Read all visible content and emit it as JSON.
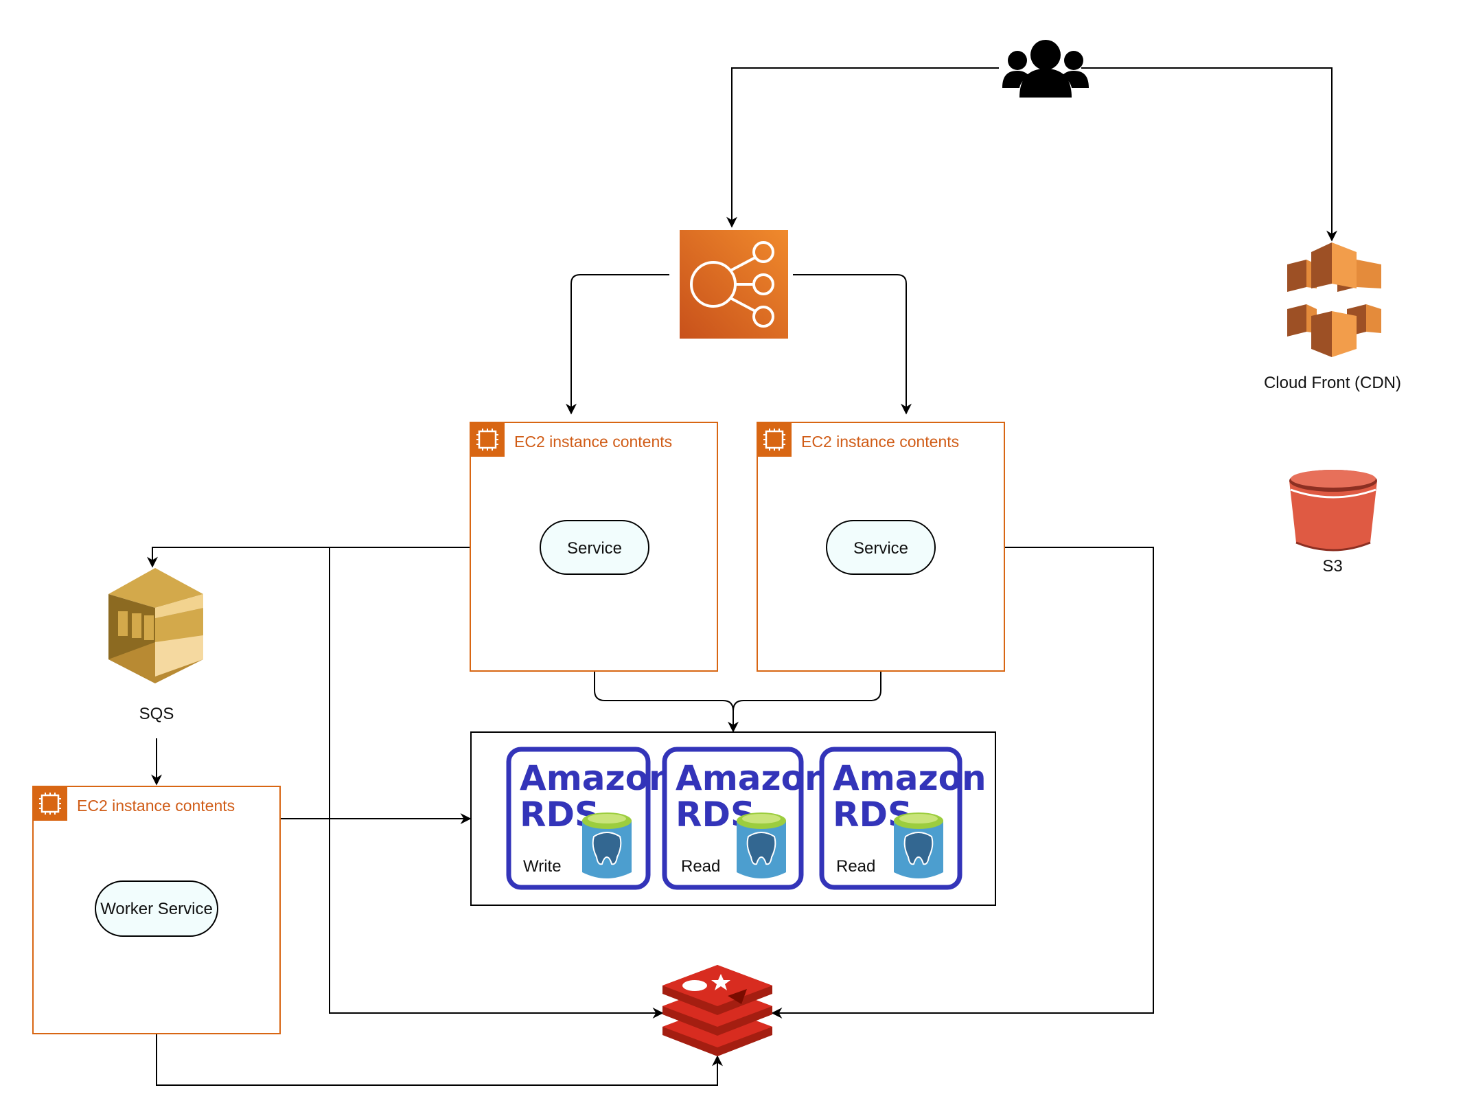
{
  "diagram": {
    "nodes": {
      "users": {
        "icon": "users-group-icon"
      },
      "load_balancer": {
        "icon": "elastic-load-balancer-icon",
        "color": "#e8772e"
      },
      "cdn": {
        "icon": "cloudfront-icon",
        "label": "Cloud Front (CDN)",
        "color": "#e48b3b"
      },
      "s3": {
        "icon": "s3-bucket-icon",
        "label": "S3",
        "color": "#df5a43"
      },
      "sqs": {
        "icon": "sqs-icon",
        "label": "SQS",
        "color": "#d3a94b"
      },
      "ec2_left": {
        "title": "EC2 instance contents",
        "service": "Service"
      },
      "ec2_right": {
        "title": "EC2 instance contents",
        "service": "Service"
      },
      "ec2_worker": {
        "title": "EC2 instance contents",
        "service": "Worker Service"
      },
      "rds_cluster": {
        "instances": [
          {
            "line1": "Amazon",
            "line2": "RDS",
            "role": "Write"
          },
          {
            "line1": "Amazon",
            "line2": "RDS",
            "role": "Read"
          },
          {
            "line1": "Amazon",
            "line2": "RDS",
            "role": "Read"
          }
        ],
        "color": "#3334b9"
      },
      "redis": {
        "icon": "redis-icon",
        "color": "#c6302b"
      }
    },
    "edges": [
      {
        "from": "users",
        "to": "load_balancer"
      },
      {
        "from": "users",
        "to": "cdn"
      },
      {
        "from": "load_balancer",
        "to": "ec2_left"
      },
      {
        "from": "load_balancer",
        "to": "ec2_right"
      },
      {
        "from": "ec2_left",
        "to": "sqs"
      },
      {
        "from": "ec2_left",
        "to": "redis"
      },
      {
        "from": "ec2_left",
        "to": "rds_cluster"
      },
      {
        "from": "ec2_right",
        "to": "rds_cluster"
      },
      {
        "from": "ec2_right",
        "to": "redis"
      },
      {
        "from": "sqs",
        "to": "ec2_worker"
      },
      {
        "from": "ec2_worker",
        "to": "rds_cluster"
      },
      {
        "from": "ec2_worker",
        "to": "redis"
      }
    ]
  }
}
